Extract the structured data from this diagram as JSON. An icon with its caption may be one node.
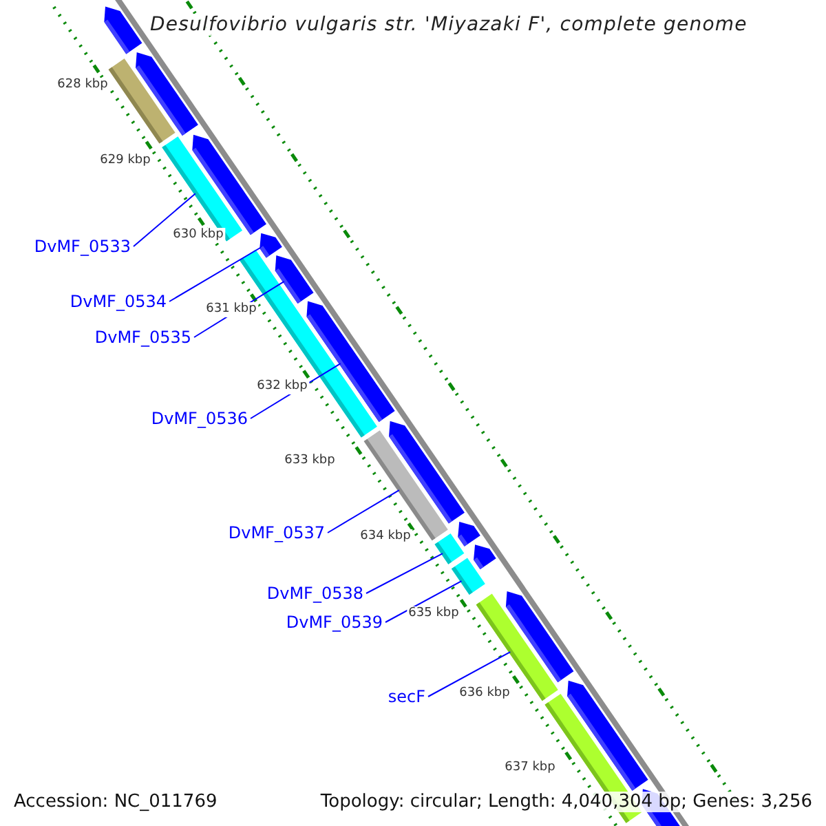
{
  "diagram": {
    "title": "Desulfovibrio vulgaris str. 'Miyazaki F', complete genome",
    "nodes": [
      {
        "text": [],
        "shape": "arrow"
      },
      {
        "text": [],
        "shape": "bar"
      },
      {
        "text": [],
        "shape": "arrow"
      },
      {
        "text": [],
        "shape": "bar"
      },
      {
        "text": [],
        "shape": "arrow"
      },
      {
        "text": [],
        "shape": "arrow"
      },
      {
        "text": [],
        "shape": "bar"
      },
      {
        "text": [],
        "shape": "arrow"
      },
      {
        "text": [],
        "shape": "arrow"
      },
      {
        "text": [],
        "shape": "bar"
      },
      {
        "text": [],
        "shape": "arrow"
      },
      {
        "text": [],
        "shape": "arrow"
      },
      {
        "text": [],
        "shape": "bar"
      },
      {
        "text": [],
        "shape": "arrow"
      },
      {
        "text": [],
        "shape": "bar"
      },
      {
        "text": [],
        "shape": "bar"
      },
      {
        "text": [],
        "shape": "arrow"
      },
      {
        "text": [],
        "shape": "arrow"
      },
      {
        "text": [],
        "shape": "bar"
      },
      {
        "text": [],
        "shape": "arrow"
      },
      {
        "text": [
          "DvMF_0533"
        ]
      },
      {
        "text": [
          "DvMF_0534"
        ]
      },
      {
        "text": [
          "DvMF_0535"
        ]
      },
      {
        "text": [
          "DvMF_0536"
        ]
      },
      {
        "text": [
          "DvMF_0537"
        ]
      },
      {
        "text": [
          "DvMF_0538"
        ]
      },
      {
        "text": [
          "DvMF_0539"
        ]
      },
      {
        "text": [
          "secF"
        ]
      }
    ],
    "edges": [
      {
        "from": 20,
        "to": 3,
        "arrow": "none"
      },
      {
        "from": 21,
        "to": 5,
        "arrow": "none"
      },
      {
        "from": 22,
        "to": 7,
        "arrow": "none"
      },
      {
        "from": 23,
        "to": 8,
        "arrow": "none"
      },
      {
        "from": 24,
        "to": 9,
        "arrow": "none"
      },
      {
        "from": 25,
        "to": 12,
        "arrow": "none"
      },
      {
        "from": 26,
        "to": 14,
        "arrow": "none"
      },
      {
        "from": 27,
        "to": 15,
        "arrow": "none"
      }
    ],
    "labels": [
      "628 kbp",
      "629 kbp",
      "630 kbp",
      "631 kbp",
      "632 kbp",
      "633 kbp",
      "634 kbp",
      "635 kbp",
      "636 kbp",
      "637 kbp",
      "Accession: NC_011769",
      "Topology: circular; Length: 4,040,304 bp; Genes: 3,256"
    ]
  }
}
